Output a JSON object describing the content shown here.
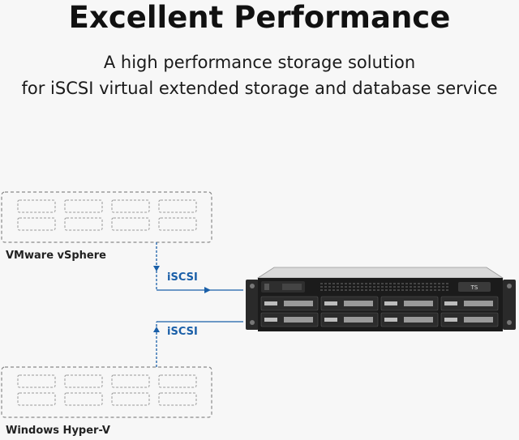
{
  "title": "Excellent Performance",
  "subtitle_line1": "A high performance storage solution",
  "subtitle_line2": "for iSCSI virtual extended storage and database service",
  "hosts": [
    {
      "label": "VMware vSphere"
    },
    {
      "label": "Windows Hyper-V"
    }
  ],
  "connections": [
    {
      "label": "iSCSI"
    },
    {
      "label": "iSCSI"
    }
  ],
  "device": {
    "logo_text": "TS",
    "drive_bays": 8
  },
  "colors": {
    "connector": "#1a5fa8",
    "frame": "#8a8a8a"
  }
}
